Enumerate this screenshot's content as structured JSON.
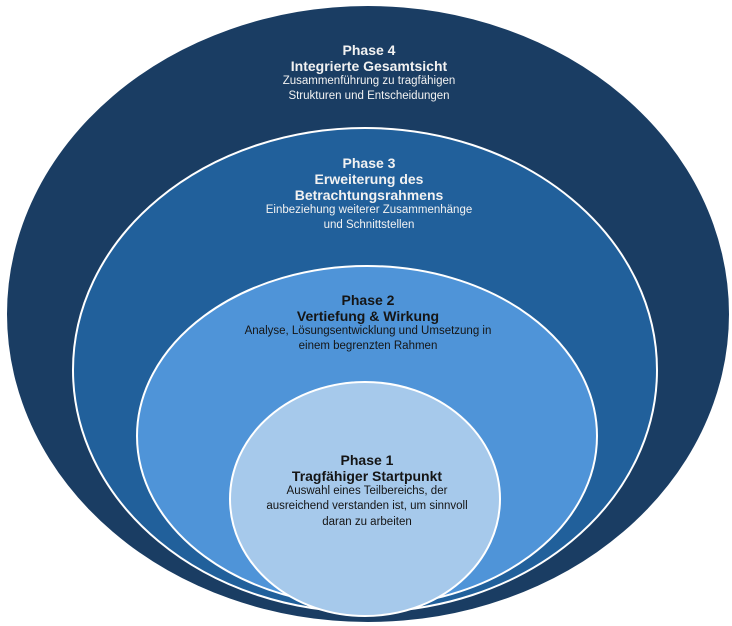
{
  "diagram": {
    "type": "nested-ellipses",
    "layers": [
      {
        "id": "phase4",
        "phase": "Phase 4",
        "title": "Integrierte Gesamtsicht",
        "description": "Zusammenführung zu tragfähigen Strukturen und Entscheidungen",
        "fill": "#1A3D63"
      },
      {
        "id": "phase3",
        "phase": "Phase 3",
        "title": "Erweiterung des Betrachtungsrahmens",
        "description": "Einbeziehung weiterer Zusammenhänge und Schnittstellen",
        "fill": "#21609B"
      },
      {
        "id": "phase2",
        "phase": "Phase 2",
        "title": "Vertiefung & Wirkung",
        "description": "Analyse, Lösungsentwicklung und Umsetzung in einem begrenzten Rahmen",
        "fill": "#4F94D8"
      },
      {
        "id": "phase1",
        "phase": "Phase 1",
        "title": "Tragfähiger Startpunkt",
        "description": "Auswahl eines Teilbereichs, der ausreichend verstanden ist, um sinnvoll daran zu arbeiten",
        "fill": "#A6C9EB"
      }
    ],
    "outline_color": "#FFFFFF"
  }
}
